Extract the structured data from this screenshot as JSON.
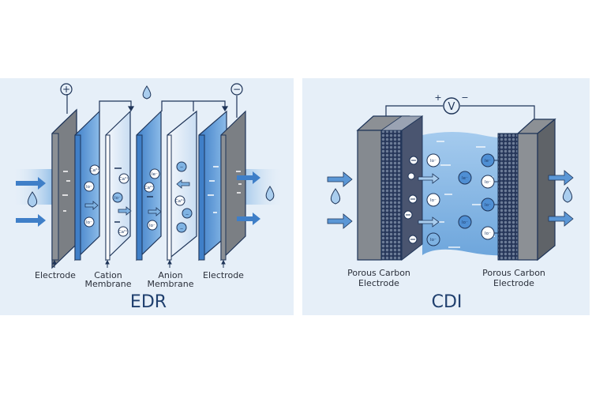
{
  "diagrams": {
    "edr": {
      "title": "EDR",
      "power": {
        "positive_symbol": "+",
        "negative_symbol": "−"
      },
      "labels": {
        "electrode_left": "Electrode",
        "cation_membrane_line1": "Cation",
        "cation_membrane_line2": "Membrane",
        "anion_membrane_line1": "Anion",
        "anion_membrane_line2": "Membrane",
        "electrode_right": "Electrode"
      },
      "ions": {
        "chamber1": [
          "Ca²⁺",
          "Io⁻",
          "Io⁻"
        ],
        "chamber2": [
          "Ca²⁺",
          "Io⁻",
          "Ca²⁺"
        ],
        "chamber3": [
          "Ie⁻",
          "Ca²⁺",
          "Io⁻"
        ],
        "chamber4": [
          "−",
          "Ca²⁺",
          "−",
          "−"
        ]
      },
      "colors": {
        "electrode": "#6f7378",
        "membrane_blue": "#4f8fd4",
        "membrane_light": "#f3f7fb",
        "outline": "#1e3458"
      }
    },
    "cdi": {
      "title": "CDI",
      "voltage": {
        "positive_symbol": "+",
        "meter_label": "V",
        "negative_symbol": "−"
      },
      "labels": {
        "left_electrode_line1": "Porous Carbon",
        "left_electrode_line2": "Electrode",
        "right_electrode_line1": "Porous Carbon",
        "right_electrode_line2": "Electrode"
      },
      "ions": {
        "left_column": [
          "Io⁻",
          "Io⁻",
          "Io⁻"
        ],
        "middle_column": [
          "Ie⁻",
          "Io⁻"
        ],
        "right_column": [
          "Ie⁻",
          "Io⁻",
          "Io⁻",
          "Io⁻"
        ]
      },
      "colors": {
        "water": "#7fb3e3",
        "electrode": "#6f7378",
        "outline": "#1e3458"
      }
    }
  }
}
